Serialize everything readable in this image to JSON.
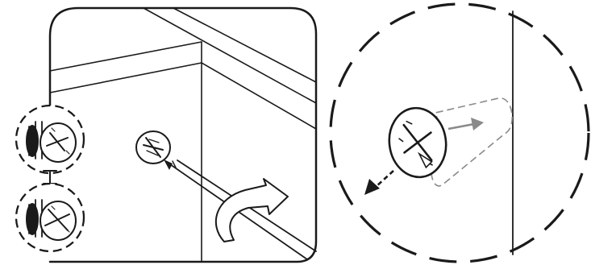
{
  "figure": {
    "kind": "assembly-instruction",
    "panels": [
      "cabinet-corner-view",
      "cam-lock-detail-view"
    ],
    "colors": {
      "ink": "#1a1a1a",
      "arrow_gray": "#8a8a8a",
      "background": "#ffffff"
    },
    "icons": [
      "cam-lock-icon",
      "screwdriver-icon",
      "rotate-arrow-icon",
      "direction-arrow-icon"
    ]
  }
}
